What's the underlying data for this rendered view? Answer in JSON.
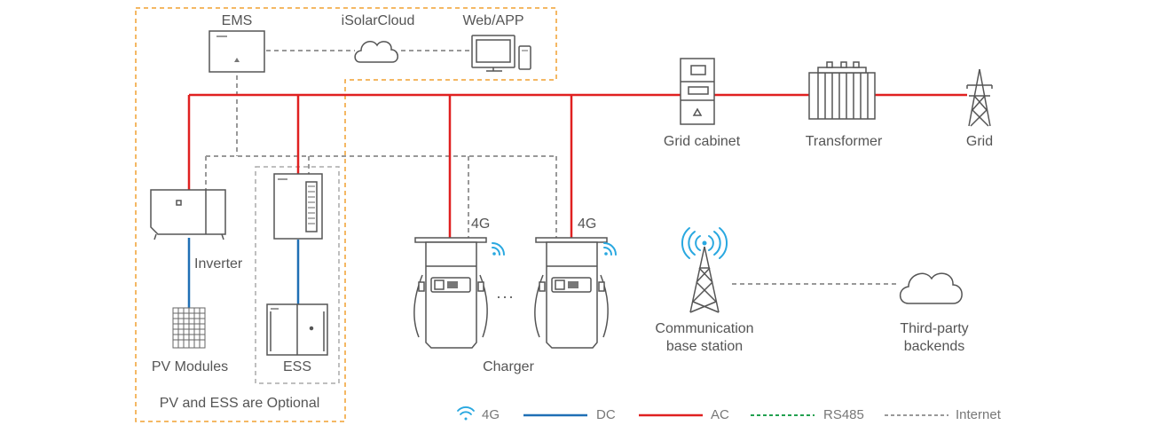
{
  "labels": {
    "ems": "EMS",
    "isolarcloud": "iSolarCloud",
    "web_app": "Web/APP",
    "grid_cabinet": "Grid cabinet",
    "transformer": "Transformer",
    "grid": "Grid",
    "inverter": "Inverter",
    "pv_modules": "PV Modules",
    "ess": "ESS",
    "optional_note": "PV and ESS are Optional",
    "charger_4g_left": "4G",
    "charger_4g_right": "4G",
    "charger_ellipsis": "...",
    "charger": "Charger",
    "base_station": "Communication\nbase station",
    "third_party": "Third-party\nbackends"
  },
  "legend": {
    "g4": "4G",
    "dc": "DC",
    "ac": "AC",
    "rs485": "RS485",
    "internet": "Internet"
  },
  "colors": {
    "ac": "#e02020",
    "dc": "#1f6fb5",
    "rs485": "#22a050",
    "internet": "#999999",
    "wifi": "#29a8e0",
    "optional_border": "#f0a030"
  }
}
